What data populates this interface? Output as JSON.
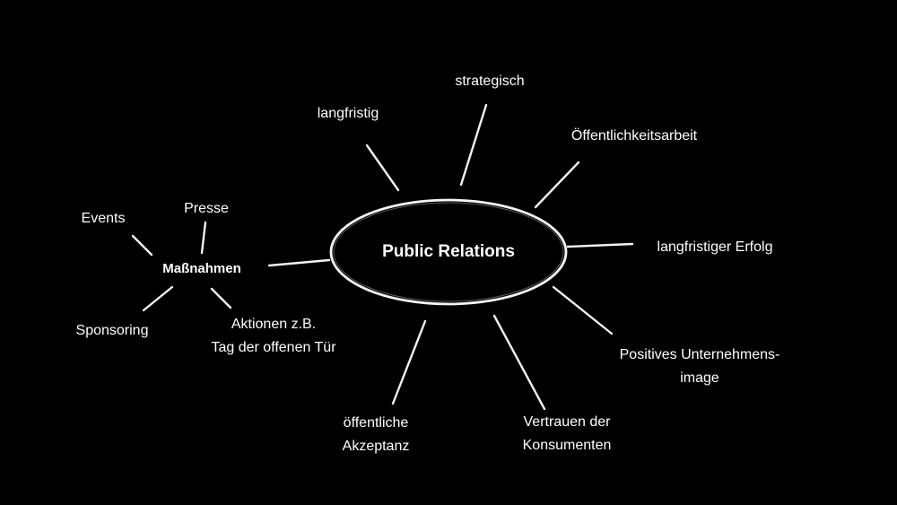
{
  "diagram": {
    "center": {
      "label": "Public Relations"
    },
    "branches": {
      "strategisch": "strategisch",
      "langfristig": "langfristig",
      "oeffentlichkeitsarbeit": "Öffentlichkeitsarbeit",
      "langfristiger_erfolg": "langfristiger Erfolg",
      "positives_image": [
        "Positives Unternehmens-",
        "image"
      ],
      "vertrauen": [
        "Vertrauen der",
        "Konsumenten"
      ],
      "akzeptanz": [
        "öffentliche",
        "Akzeptanz"
      ]
    },
    "massnahmen": {
      "label": "Maßnahmen",
      "events": "Events",
      "presse": "Presse",
      "sponsoring": "Sponsoring",
      "aktionen": [
        "Aktionen z.B.",
        "Tag der offenen Tür"
      ]
    }
  }
}
